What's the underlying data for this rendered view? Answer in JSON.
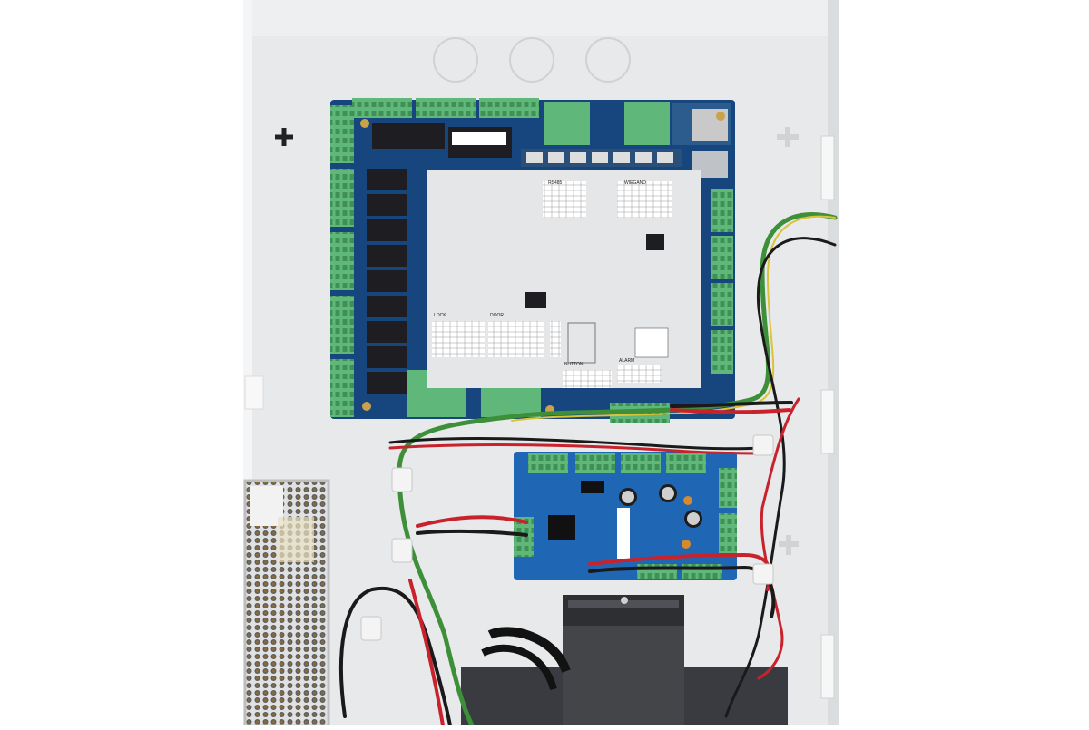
{
  "photo": {
    "subject": "",
    "main_board": {
      "model_label": "",
      "header_labels": [
        "RS485",
        "WIEGAND",
        "LOCK",
        "DOOR",
        "BUTTON",
        "ALARM"
      ]
    },
    "expansion_board": {
      "model_label": ""
    },
    "power_supply": {
      "label": ""
    }
  },
  "colors": {
    "enclosure": "#ecedee",
    "enclosure_edge": "#d4d6d8",
    "board_pcb": "#1b4f8c",
    "expansion_pcb": "#1f66b5",
    "terminal_green": "#5fb87a",
    "label_panel": "#e6e8ea",
    "relay_black": "#1e1e22",
    "wire_red": "#c8232c",
    "wire_black": "#1a1a1a",
    "wire_green": "#3e8f3a",
    "wire_yellow": "#d8c33a",
    "psu_mesh": "#c9cbcc",
    "battery_box": "#3a3b40"
  }
}
